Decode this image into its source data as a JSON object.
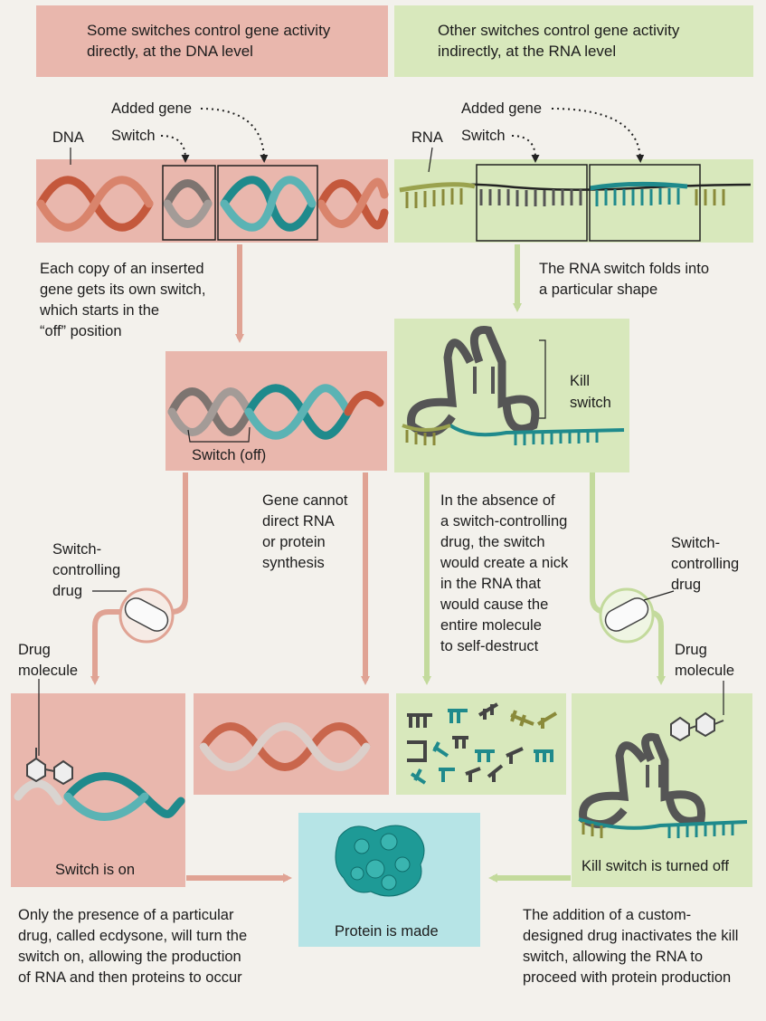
{
  "left_header": "Some switches control gene activity directly, at the DNA level",
  "right_header": "Other switches control gene activity indirectly, at the RNA level",
  "left_top": {
    "added_gene": "Added gene",
    "switch": "Switch",
    "dna": "DNA"
  },
  "right_top": {
    "added_gene": "Added gene",
    "switch": "Switch",
    "rna": "RNA"
  },
  "left_caption_1": [
    "Each copy of an inserted",
    "gene gets its own switch,",
    "which starts in the",
    "“off” position"
  ],
  "right_caption_1": [
    "The RNA switch folds into",
    "a particular shape"
  ],
  "switch_off_label": "Switch (off)",
  "kill_switch_label": [
    "Kill",
    "switch"
  ],
  "gene_cannot": [
    "Gene cannot",
    "direct RNA",
    "or protein",
    "synthesis"
  ],
  "absence_caption": [
    "In the absence of",
    "a switch-controlling",
    "drug, the switch",
    "would create a nick",
    "in the RNA that",
    "would cause the",
    "entire molecule",
    "to self-destruct"
  ],
  "left_drug_label": [
    "Switch-",
    "controlling",
    "drug"
  ],
  "right_drug_label": [
    "Switch-",
    "controlling",
    "drug"
  ],
  "left_molecule_label": [
    "Drug",
    "molecule"
  ],
  "right_molecule_label": [
    "Drug",
    "molecule"
  ],
  "switch_on_label": "Switch is on",
  "kill_off_label": "Kill switch is turned off",
  "protein_label": "Protein is made",
  "bottom_left_caption": [
    "Only the presence of a particular",
    "drug, called ecdysone, will turn the",
    "switch on, allowing the production",
    "of RNA and then proteins to occur"
  ],
  "bottom_right_caption": [
    "The addition of a custom-",
    "designed drug inactivates the kill",
    "switch, allowing the RNA to",
    "proceed with protein production"
  ],
  "colors": {
    "pink": "#e9b7ad",
    "green": "#d8e8bc",
    "cyan": "#b6e4e6",
    "teal": "#1f8a8c",
    "dna_red": "#c4583c",
    "dna_grey": "#7d7470"
  }
}
